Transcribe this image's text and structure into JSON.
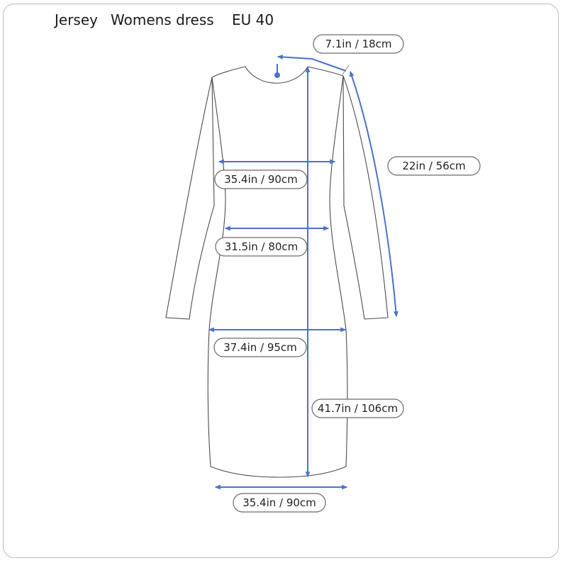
{
  "header": {
    "fabric": "Jersey",
    "garment": "Womens dress",
    "size": "EU 40"
  },
  "measurements": {
    "shoulder": "7.1in / 18cm",
    "sleeve": "22in / 56cm",
    "chest": "35.4in / 90cm",
    "waist": "31.5in / 80cm",
    "hips": "37.4in / 95cm",
    "length": "41.7in / 106cm",
    "hem": "35.4in / 90cm"
  },
  "colors": {
    "arrow": "#4a72c9",
    "outline": "#4d4d4d"
  }
}
